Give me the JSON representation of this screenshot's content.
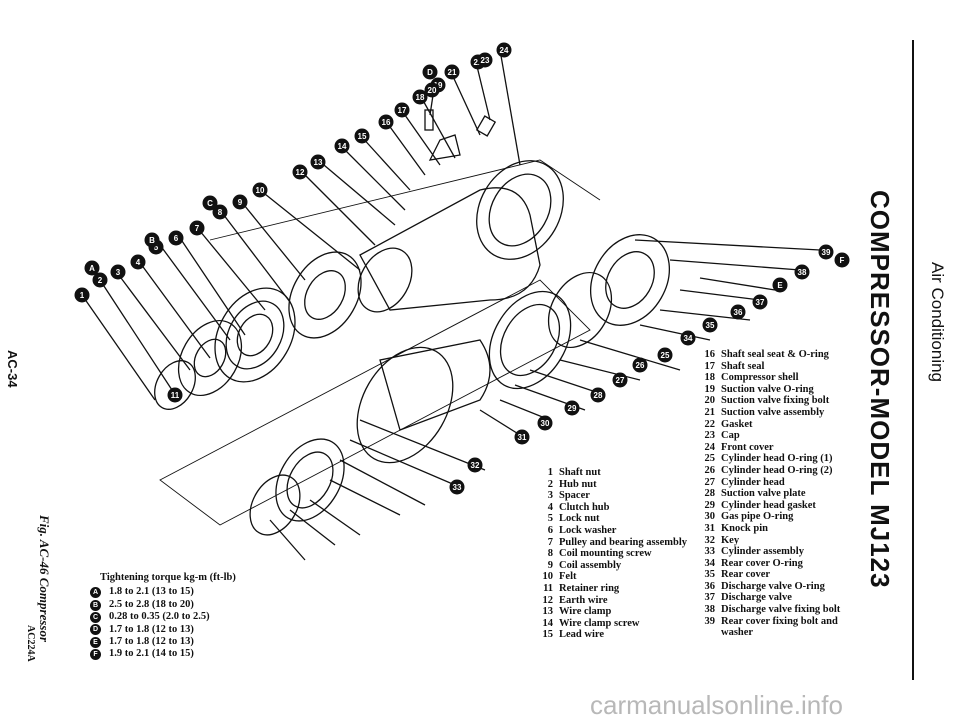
{
  "page": {
    "page_number": "AC-34",
    "section_title": "Air Conditioning",
    "main_title": "COMPRESSOR-MODEL MJ123",
    "figure_caption": "Fig. AC-46 Compressor",
    "figure_code": "AC224A",
    "watermark": "carmanualsonline.info"
  },
  "parts_list": {
    "column_1": [
      {
        "num": "1",
        "name": "Shaft nut"
      },
      {
        "num": "2",
        "name": "Hub nut"
      },
      {
        "num": "3",
        "name": "Spacer"
      },
      {
        "num": "4",
        "name": "Clutch hub"
      },
      {
        "num": "5",
        "name": "Lock nut"
      },
      {
        "num": "6",
        "name": "Lock washer"
      },
      {
        "num": "7",
        "name": "Pulley and bearing assembly"
      },
      {
        "num": "8",
        "name": "Coil mounting screw"
      },
      {
        "num": "9",
        "name": "Coil assembly"
      },
      {
        "num": "10",
        "name": "Felt"
      },
      {
        "num": "11",
        "name": "Retainer ring"
      },
      {
        "num": "12",
        "name": "Earth wire"
      },
      {
        "num": "13",
        "name": "Wire clamp"
      },
      {
        "num": "14",
        "name": "Wire clamp screw"
      },
      {
        "num": "15",
        "name": "Lead wire"
      }
    ],
    "column_2": [
      {
        "num": "16",
        "name": "Shaft seal seat & O-ring"
      },
      {
        "num": "17",
        "name": "Shaft seal"
      },
      {
        "num": "18",
        "name": "Compressor shell"
      },
      {
        "num": "19",
        "name": "Suction valve O-ring"
      },
      {
        "num": "20",
        "name": "Suction valve fixing bolt"
      },
      {
        "num": "21",
        "name": "Suction valve assembly"
      },
      {
        "num": "22",
        "name": "Gasket"
      },
      {
        "num": "23",
        "name": "Cap"
      },
      {
        "num": "24",
        "name": "Front cover"
      },
      {
        "num": "25",
        "name": "Cylinder head O-ring (1)"
      },
      {
        "num": "26",
        "name": "Cylinder head O-ring (2)"
      },
      {
        "num": "27",
        "name": "Cylinder head"
      },
      {
        "num": "28",
        "name": "Suction valve plate"
      },
      {
        "num": "29",
        "name": "Cylinder head gasket"
      },
      {
        "num": "30",
        "name": "Gas pipe O-ring"
      },
      {
        "num": "31",
        "name": "Knock pin"
      },
      {
        "num": "32",
        "name": "Key"
      },
      {
        "num": "33",
        "name": "Cylinder assembly"
      },
      {
        "num": "34",
        "name": "Rear cover O-ring"
      },
      {
        "num": "35",
        "name": "Rear cover"
      },
      {
        "num": "36",
        "name": "Discharge valve O-ring"
      },
      {
        "num": "37",
        "name": "Discharge valve"
      },
      {
        "num": "38",
        "name": "Discharge valve fixing bolt"
      },
      {
        "num": "39",
        "name": "Rear cover fixing bolt and"
      },
      {
        "num": "",
        "name": "washer"
      }
    ]
  },
  "torque_table": {
    "heading": "Tightening torque  kg-m (ft-lb)",
    "rows": [
      {
        "key": "A",
        "value": "1.8 to 2.1 (13 to 15)"
      },
      {
        "key": "B",
        "value": "2.5 to 2.8 (18 to 20)"
      },
      {
        "key": "C",
        "value": "0.28 to 0.35 (2.0 to 2.5)"
      },
      {
        "key": "D",
        "value": "1.7 to 1.8 (12 to 13)"
      },
      {
        "key": "E",
        "value": "1.7 to 1.8 (12 to 13)"
      },
      {
        "key": "F",
        "value": "1.9 to 2.1 (14 to 15)"
      }
    ]
  },
  "callouts": {
    "numbers": [
      "1",
      "2",
      "3",
      "4",
      "5",
      "6",
      "7",
      "8",
      "9",
      "10",
      "11",
      "12",
      "13",
      "14",
      "15",
      "16",
      "17",
      "18",
      "19",
      "20",
      "21",
      "22",
      "23",
      "24",
      "25",
      "26",
      "27",
      "28",
      "29",
      "30",
      "31",
      "32",
      "33",
      "34",
      "35",
      "36",
      "37",
      "38",
      "39"
    ],
    "letters": [
      "A",
      "B",
      "C",
      "D",
      "E",
      "F"
    ]
  }
}
